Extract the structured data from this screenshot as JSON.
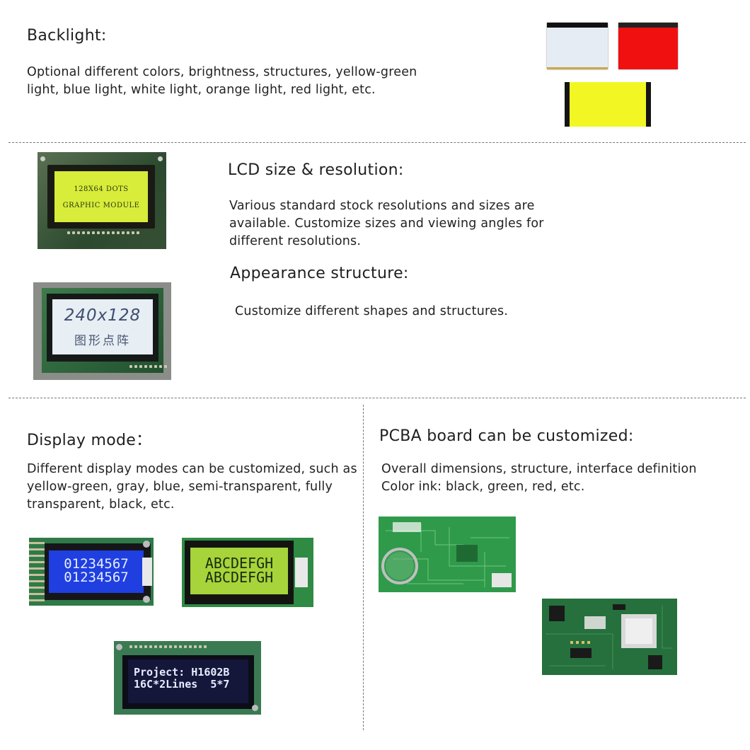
{
  "backlight": {
    "title": "Backlight:",
    "text": "Optional different colors, brightness, structures, yellow-green light, blue light, white light, orange light, red light, etc."
  },
  "lcd_size": {
    "title": "LCD size & resolution:",
    "text": "Various standard stock resolutions and sizes are available. Customize sizes and viewing angles for different resolutions.",
    "module_line1": "128X64  DOTS",
    "module_line2": "GRAPHIC MODULE"
  },
  "appearance": {
    "title": "Appearance structure:",
    "text": "Customize different shapes and structures.",
    "module_line1": "240x128",
    "module_line2": "图形点阵"
  },
  "display_mode": {
    "title": "Display mode：",
    "text": "Different display modes can be customized, such as yellow-green, gray, blue, semi-transparent, fully transparent, black, etc.",
    "blue_line1": "01234567",
    "blue_line2": "01234567",
    "green_line1": "ABCDEFGH",
    "green_line2": "ABCDEFGH",
    "black_line1": "Project: H1602B",
    "black_line2": "16C*2Lines  5*7"
  },
  "pcba": {
    "title": "PCBA board can be customized:",
    "text_line1": "Overall dimensions, structure, interface definition",
    "text_line2": "Color ink: black, green, red, etc."
  },
  "colors": {
    "backlight_white": "#e6ecf4",
    "backlight_red": "#f01010",
    "backlight_yellow": "#f2f724",
    "lcd_yellowgreen": "#d8ec3a",
    "lcd_blue": "#1f3fe0",
    "lcd_green": "#a6d43a",
    "lcd_black": "#14163a",
    "pcb_green": "#2f9a4a"
  }
}
